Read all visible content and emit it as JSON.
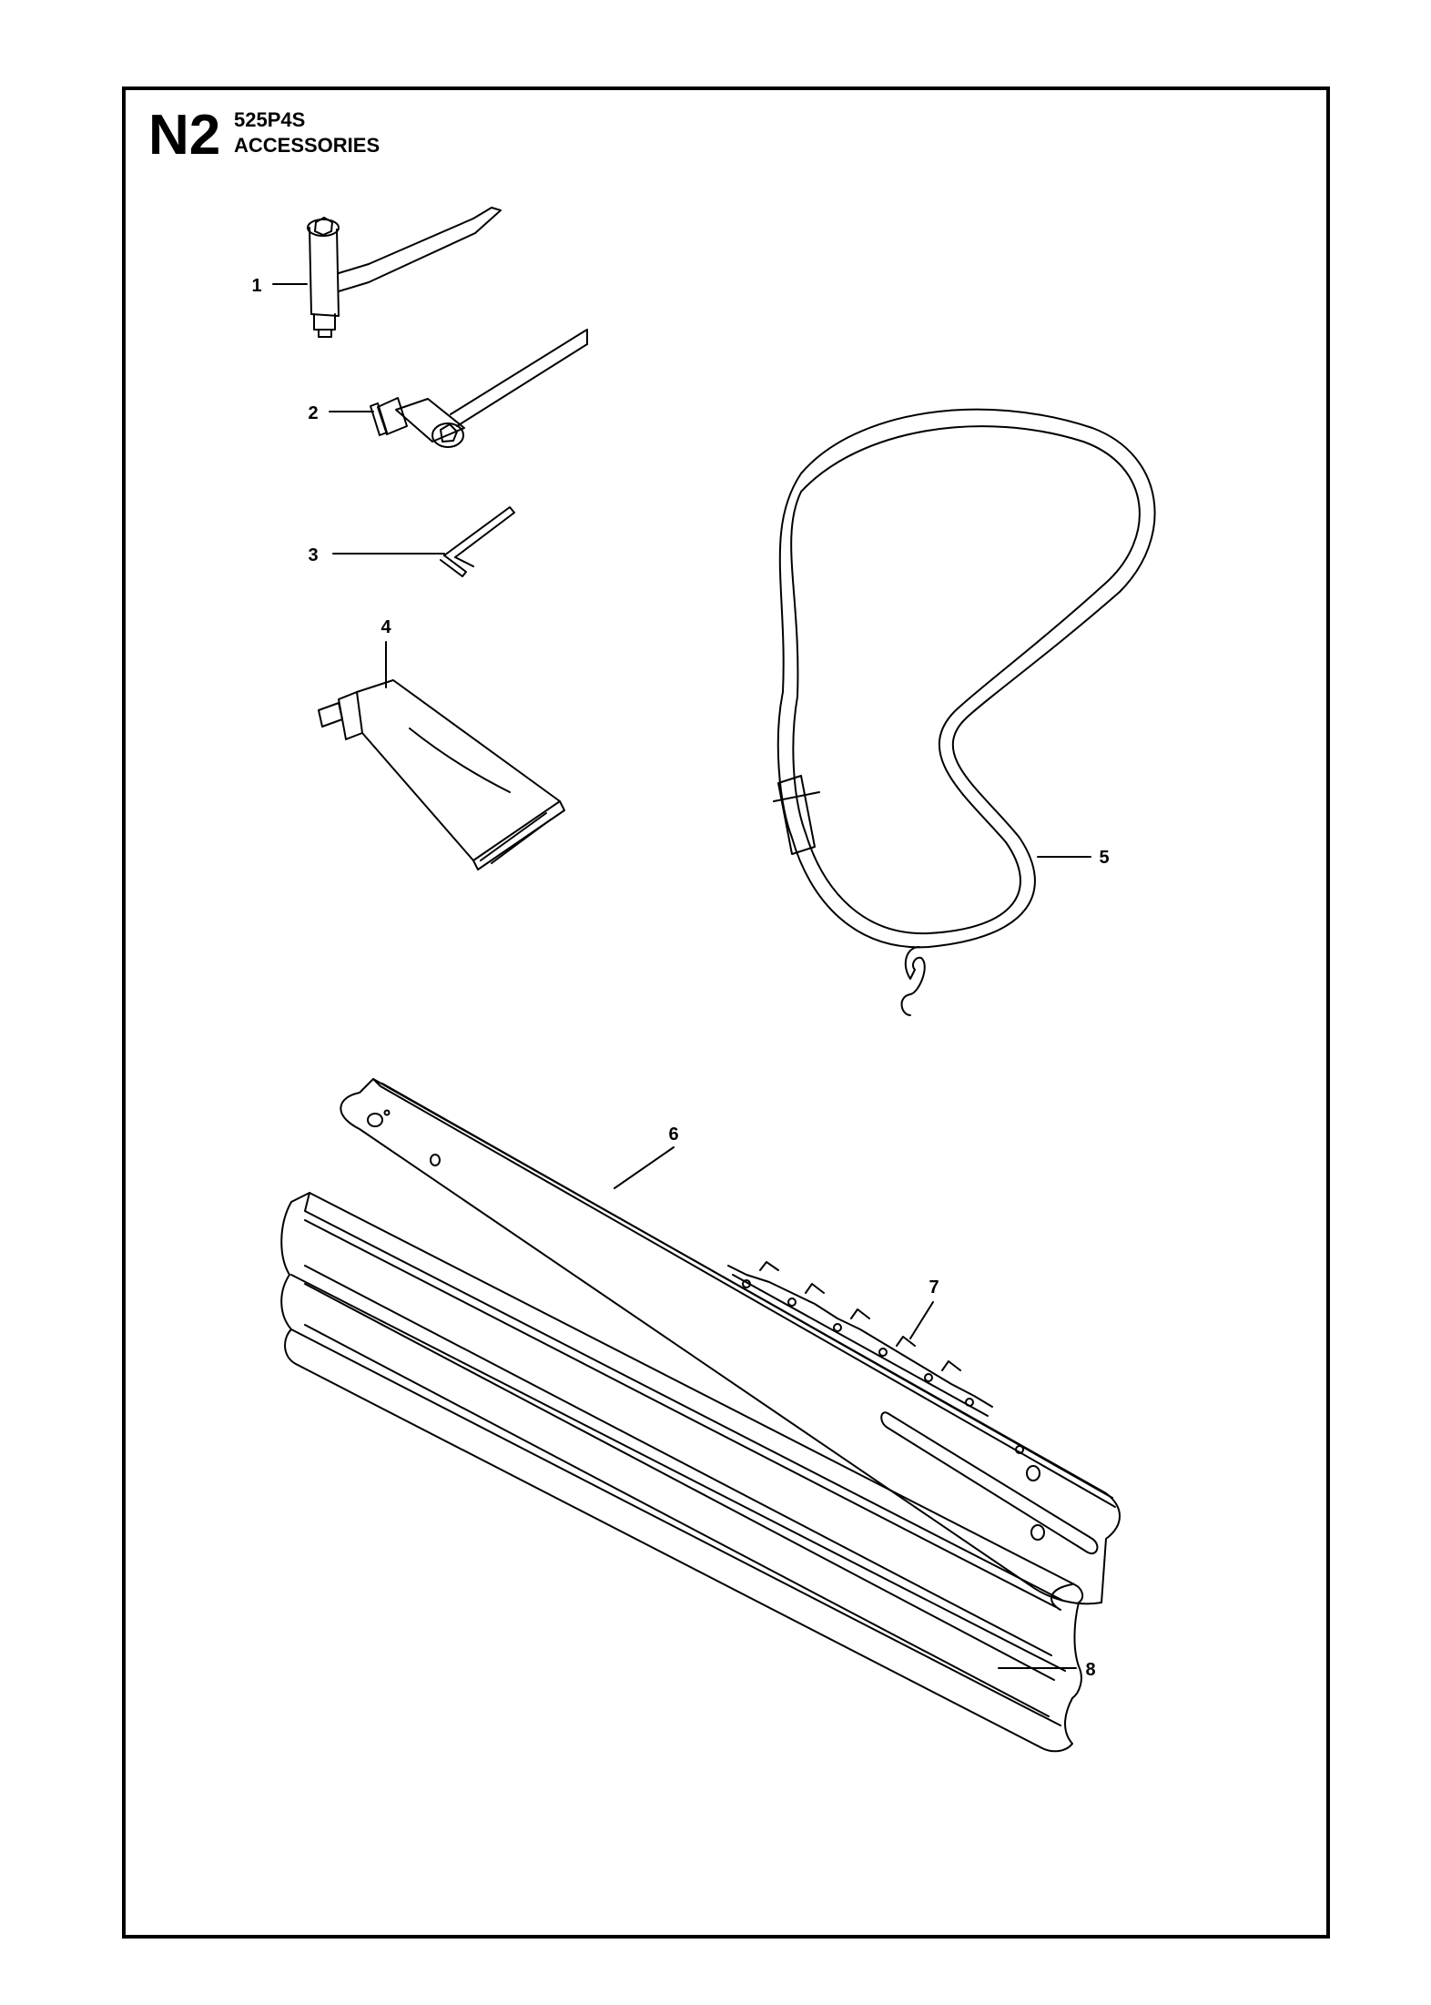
{
  "header": {
    "section_code": "N2",
    "model": "525P4S",
    "title": "ACCESSORIES"
  },
  "callouts": [
    {
      "id": "1",
      "label": "1"
    },
    {
      "id": "2",
      "label": "2"
    },
    {
      "id": "3",
      "label": "3"
    },
    {
      "id": "4",
      "label": "4"
    },
    {
      "id": "5",
      "label": "5"
    },
    {
      "id": "6",
      "label": "6"
    },
    {
      "id": "7",
      "label": "7"
    },
    {
      "id": "8",
      "label": "8"
    }
  ],
  "colors": {
    "line": "#000000",
    "background": "#ffffff"
  }
}
